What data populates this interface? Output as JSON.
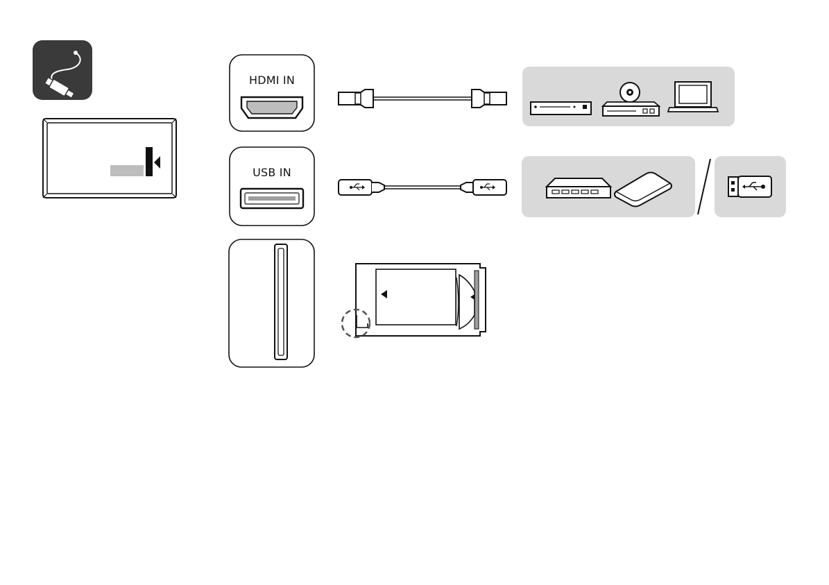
{
  "ports": [
    {
      "id": "hdmi",
      "label": "HDMI IN",
      "icon": "hdmi-port-icon"
    },
    {
      "id": "usb",
      "label": "USB IN",
      "icon": "usb-port-icon"
    },
    {
      "id": "ci",
      "label": "",
      "icon": "ci-slot-icon"
    }
  ],
  "devices": {
    "hdmi": [
      "set-top-box-icon",
      "dvd-player-icon",
      "laptop-icon"
    ],
    "usb": [
      "usb-hub-icon",
      "external-hdd-icon",
      "usb-flash-drive-icon"
    ]
  },
  "colors": {
    "panel_gray": "#d9d9d9",
    "badge_dark": "#3a3a3a",
    "stroke": "#111111"
  }
}
